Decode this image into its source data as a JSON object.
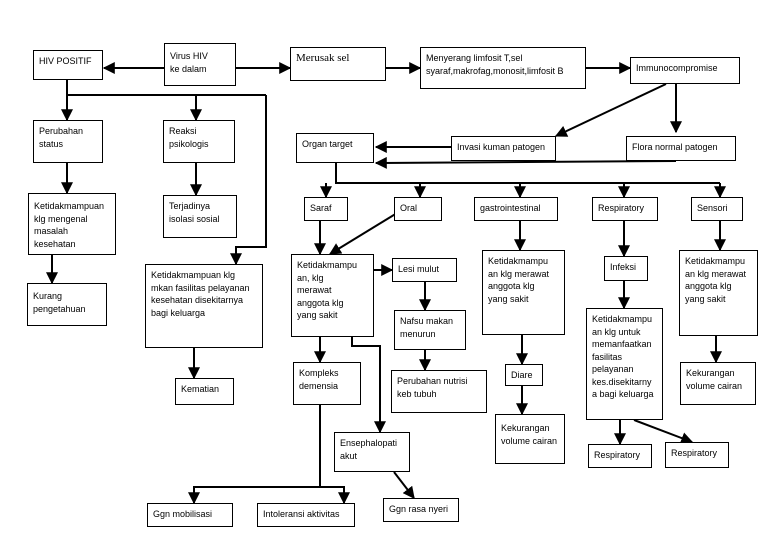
{
  "diagram": {
    "nodes": {
      "hiv_positif": "HIV POSITIF",
      "virus_hiv": "Virus HIV\nke dalam",
      "merusak_sel": "Merusak sel",
      "menyerang": "Menyerang limfosit T,sel\nsyaraf,makrofag,monosit,limfosit B",
      "immunocompromise": "Immunocompromise",
      "perubahan_status": "Perubahan\nstatus",
      "reaksi_psikologis": "Reaksi\npsikologis",
      "organ_target": "Organ target",
      "invasi_kuman": "Invasi kuman patogen",
      "flora_normal": "Flora normal patogen",
      "ketidakmampuan_mengenal": "Ketidakmampuan\nklg mengenal\nmasalah kesehatan",
      "terjadinya_isolasi": "Terjadinya\nisolasi sosial",
      "saraf": "Saraf",
      "oral": "Oral",
      "gastrointestinal": "gastrointestinal",
      "respiratory_top": "Respiratory",
      "sensori": "Sensori",
      "kurang_pengetahuan": "Kurang\npengetahuan",
      "ketidakmampuan_fasilitas": "Ketidakmampuan klg\nmkan fasilitas pelayanan\nkesehatan disekitarnya\nbagi keluarga",
      "ketidakmampuan_saraf": "Ketidakmampu\nan, klg\nmerawat\nanggota klg\nyang sakit",
      "lesi_mulut": "Lesi mulut",
      "ketidakmampuan_gastro": "Ketidakmampu\nan klg merawat\nanggota klg\nyang sakit",
      "infeksi": "Infeksi",
      "ketidakmampuan_sensori": "Ketidakmampu\nan klg merawat\nanggota klg\nyang sakit",
      "nafsu_makan": "Nafsu makan\nmenurun",
      "ketidakmampuan_resp": "Ketidakmampu\nan klg untuk\nmemanfaatkan\nfasilitas\npelayanan\nkes.disekitarny\na bagi keluarga",
      "kematian": "Kematian",
      "kompleks_demensia": "Kompleks\ndemensia",
      "perubahan_nutrisi": "Perubahan nutrisi\nkeb tubuh",
      "diare": "Diare",
      "kekurangan_gastro": "Kekurangan\nvolume cairan",
      "kekurangan_sensori": "Kekurangan\nvolume cairan",
      "ensephalopati": "Ensephalopati\nakut",
      "respiratory_bl": "Respiratory",
      "respiratory_br": "Respiratory",
      "ggn_mobilisasi": "Ggn mobilisasi",
      "intoleransi": "Intoleransi aktivitas",
      "ggn_rasa_nyeri": "Ggn rasa nyeri"
    }
  }
}
